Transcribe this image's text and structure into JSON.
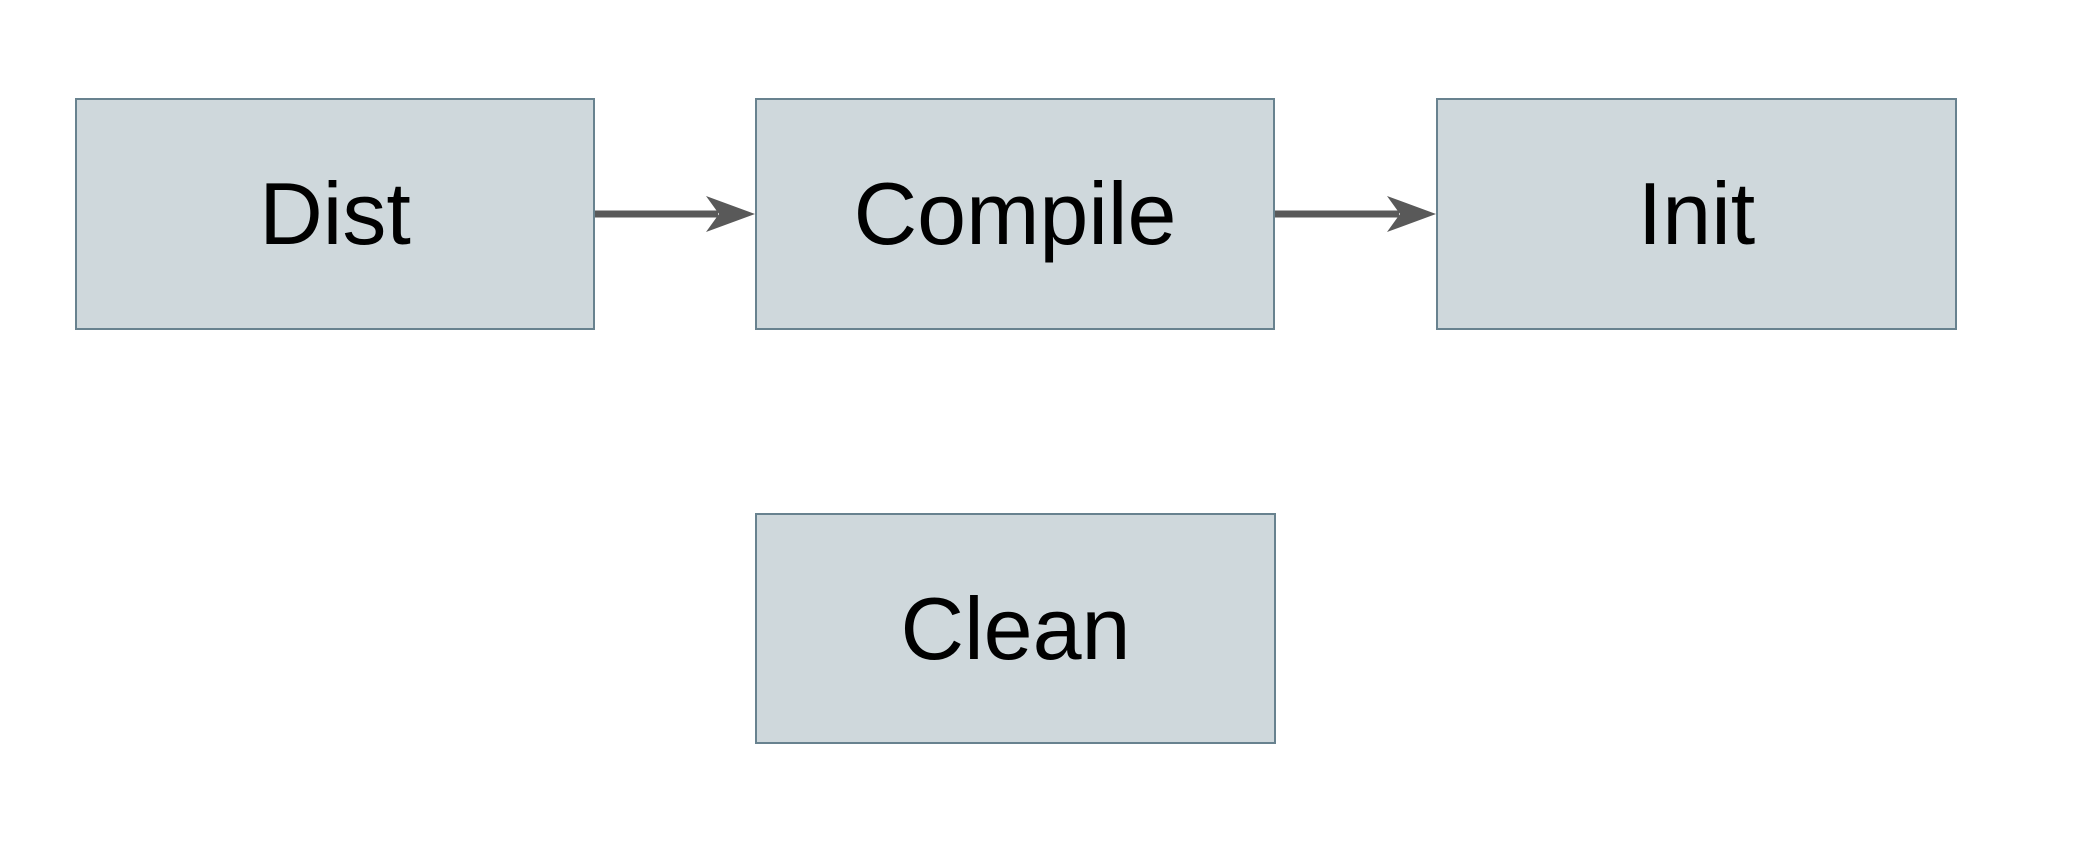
{
  "diagram": {
    "title": "build-pipeline-flowchart",
    "colors": {
      "background": "#ffffff",
      "node_fill": "#cfd8dc",
      "node_border": "#68828f",
      "arrow": "#595959",
      "text": "#000000"
    },
    "nodes": [
      {
        "id": "dist",
        "label": "Dist"
      },
      {
        "id": "compile",
        "label": "Compile"
      },
      {
        "id": "init",
        "label": "Init"
      },
      {
        "id": "clean",
        "label": "Clean"
      }
    ],
    "edges": [
      {
        "id": "dist-compile",
        "from": "Dist",
        "to": "Compile",
        "direction": "right"
      },
      {
        "id": "compile-init",
        "from": "Compile",
        "to": "Init",
        "direction": "right"
      }
    ]
  }
}
